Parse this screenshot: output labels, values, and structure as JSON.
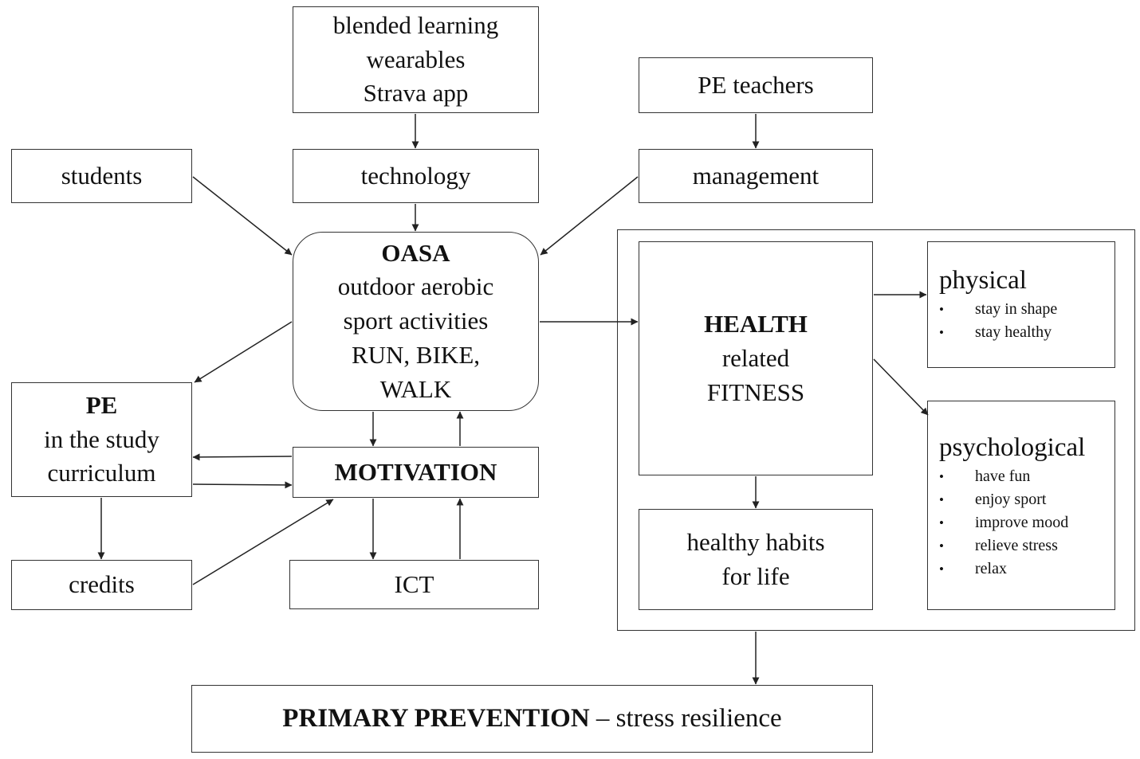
{
  "nodes": {
    "tech_items": [
      "blended learning",
      "wearables",
      "Strava app"
    ],
    "pe_teachers": "PE teachers",
    "students": "students",
    "technology": "technology",
    "management": "management",
    "oasa": {
      "title": "OASA",
      "lines": [
        "outdoor aerobic",
        "sport activities",
        "RUN, BIKE,",
        "WALK"
      ]
    },
    "pe": {
      "title": "PE",
      "lines": [
        "in the study",
        "curriculum"
      ]
    },
    "motivation": "MOTIVATION",
    "credits": "credits",
    "ict": "ICT",
    "health": {
      "title": "HEALTH",
      "lines": [
        "related",
        "FITNESS"
      ]
    },
    "habits": [
      "healthy habits",
      "for life"
    ],
    "physical": {
      "title": "physical",
      "items": [
        "stay in shape",
        "stay healthy"
      ]
    },
    "psychological": {
      "title": "psychological",
      "items": [
        "have fun",
        "enjoy sport",
        "improve mood",
        "relieve stress",
        "relax"
      ]
    },
    "prevention": {
      "bold": "PRIMARY PREVENTION",
      "rest": " – stress resilience"
    }
  }
}
